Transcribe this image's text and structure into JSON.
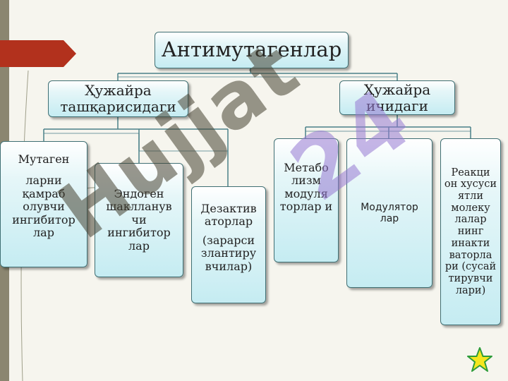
{
  "root": {
    "title": "Антимутагенлар"
  },
  "outside": {
    "title_lines": [
      "Ҳужайра",
      "ташқарисидаги"
    ],
    "children": {
      "mutagen": {
        "line1": "Мутаген",
        "line2": "ларни қамраб олувчи ингибитор лар"
      },
      "endogen": {
        "text": "Эндоген шаклланув чи ингибитор лар"
      },
      "dezaktiv": {
        "line1": "Дезактив аторлар",
        "line2": "(зарарси злантиру вчилар)"
      }
    }
  },
  "inside": {
    "title_lines": [
      "Ҳужайра",
      "ичидаги"
    ],
    "children": {
      "metabolism": {
        "text": "Метабо лизм модуля торлар и"
      },
      "modulator": {
        "text": "Модулятор лар"
      },
      "repair": {
        "text": "Реакци он хусуси ятли молеку лалар нинг инакти ваторла ри (сусай тирувчи лари)"
      }
    }
  },
  "watermark": {
    "text": "Hujjat",
    "accent": "24"
  },
  "colors": {
    "box_border": "#3f6f73",
    "box_fill": "#c5ecf2",
    "ribbon": "#b2311d",
    "star": "#f5e61e"
  }
}
